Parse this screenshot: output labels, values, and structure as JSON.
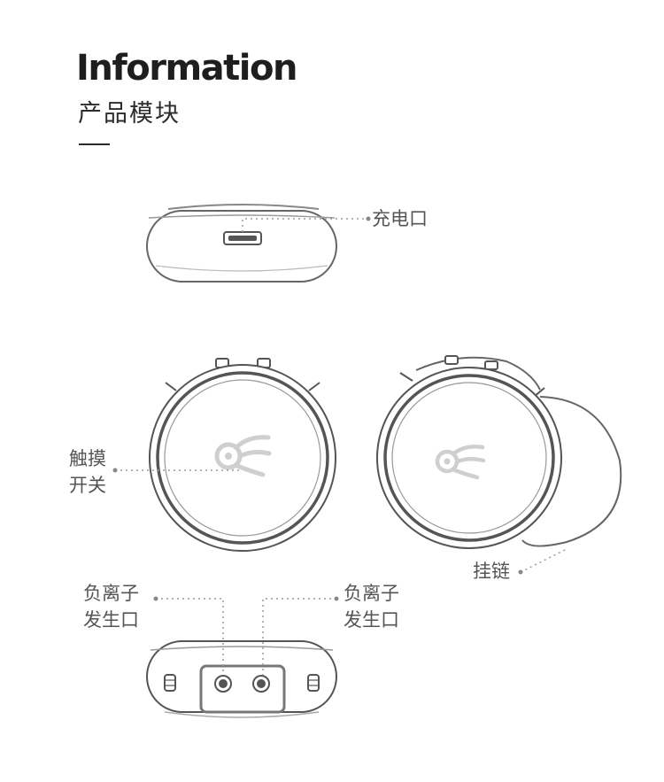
{
  "header": {
    "title": "Information",
    "subtitle": "产品模块"
  },
  "labels": {
    "charging_port": "充电口",
    "touch_switch_line1": "触摸",
    "touch_switch_line2": "开关",
    "lanyard": "挂链",
    "ion_outlet_left_line1": "负离子",
    "ion_outlet_left_line2": "发生口",
    "ion_outlet_right_line1": "负离子",
    "ion_outlet_right_line2": "发生口"
  },
  "colors": {
    "line": "#555555",
    "light_line": "#9a9a9a",
    "logo": "#d4d4d4"
  }
}
